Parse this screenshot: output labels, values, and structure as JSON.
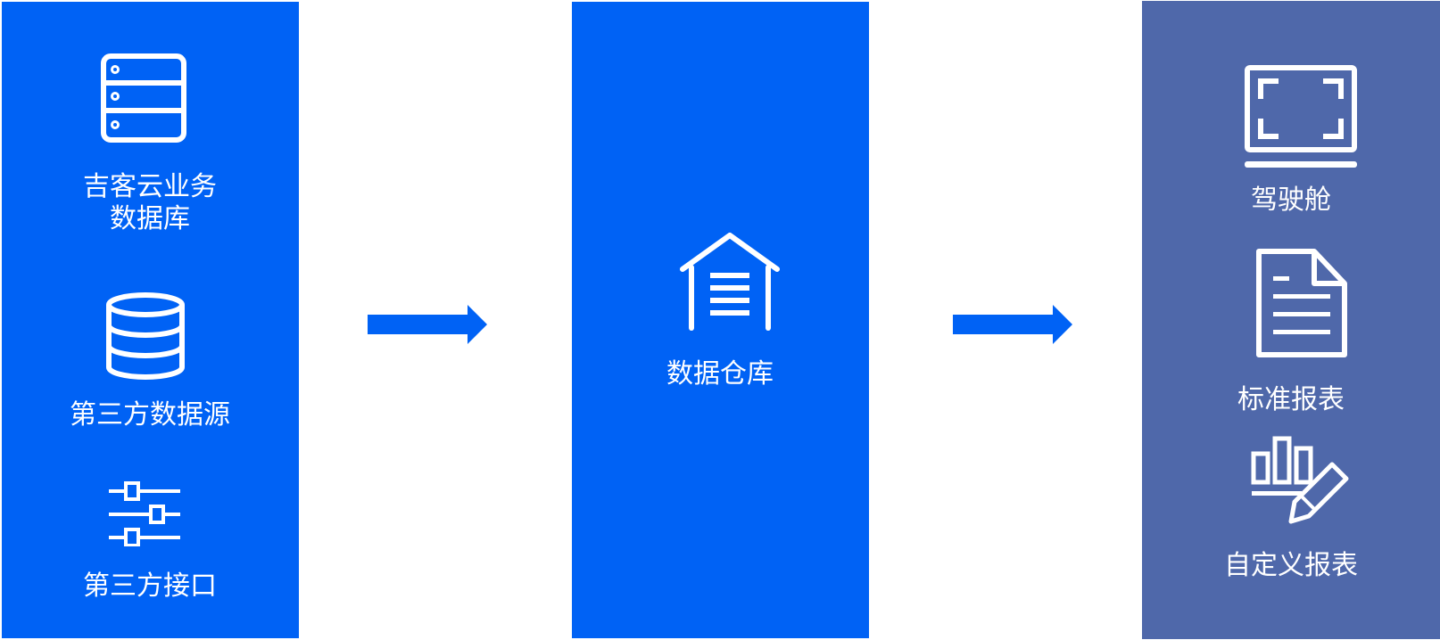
{
  "sources": {
    "items": [
      {
        "label_line1": "吉客云业务",
        "label_line2": "数据库",
        "icon": "server-icon"
      },
      {
        "label": "第三方数据源",
        "icon": "database-icon"
      },
      {
        "label": "第三方接口",
        "icon": "sliders-icon"
      }
    ]
  },
  "warehouse": {
    "label": "数据仓库",
    "icon": "warehouse-icon"
  },
  "outputs": {
    "items": [
      {
        "label": "驾驶舱",
        "icon": "monitor-icon"
      },
      {
        "label": "标准报表",
        "icon": "document-icon"
      },
      {
        "label": "自定义报表",
        "icon": "chart-edit-icon"
      }
    ]
  },
  "colors": {
    "panel_blue": "#0062f5",
    "panel_slate": "#4f68aa",
    "arrow": "#0062f5",
    "foreground": "#ffffff"
  }
}
